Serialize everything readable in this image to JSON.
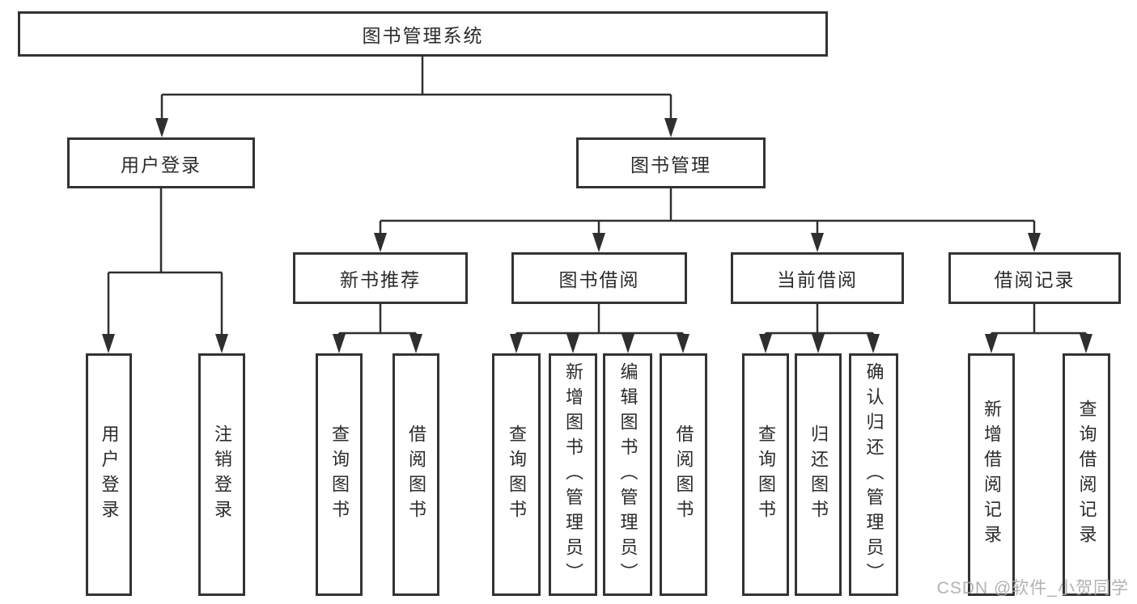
{
  "watermark": {
    "text": "CSDN @软件_小贺同学"
  },
  "colors": {
    "line": "#2f2f2f",
    "border": "#333333",
    "text": "#2b2b2b",
    "watermark": "#aaaaaa",
    "background": "#ffffff"
  },
  "tree": {
    "label": "图书管理系统",
    "children": [
      {
        "label": "用户登录",
        "children": [
          {
            "label": "用户登录"
          },
          {
            "label": "注销登录"
          }
        ]
      },
      {
        "label": "图书管理",
        "children": [
          {
            "label": "新书推荐",
            "children": [
              {
                "label": "查询图书"
              },
              {
                "label": "借阅图书"
              }
            ]
          },
          {
            "label": "图书借阅",
            "children": [
              {
                "label": "查询图书"
              },
              {
                "label": "新增图书（管理员）"
              },
              {
                "label": "编辑图书（管理员）"
              },
              {
                "label": "借阅图书"
              }
            ]
          },
          {
            "label": "当前借阅",
            "children": [
              {
                "label": "查询图书"
              },
              {
                "label": "归还图书"
              },
              {
                "label": "确认归还（管理员）"
              }
            ]
          },
          {
            "label": "借阅记录",
            "children": [
              {
                "label": "新增借阅记录"
              },
              {
                "label": "查询借阅记录"
              }
            ]
          }
        ]
      }
    ]
  }
}
